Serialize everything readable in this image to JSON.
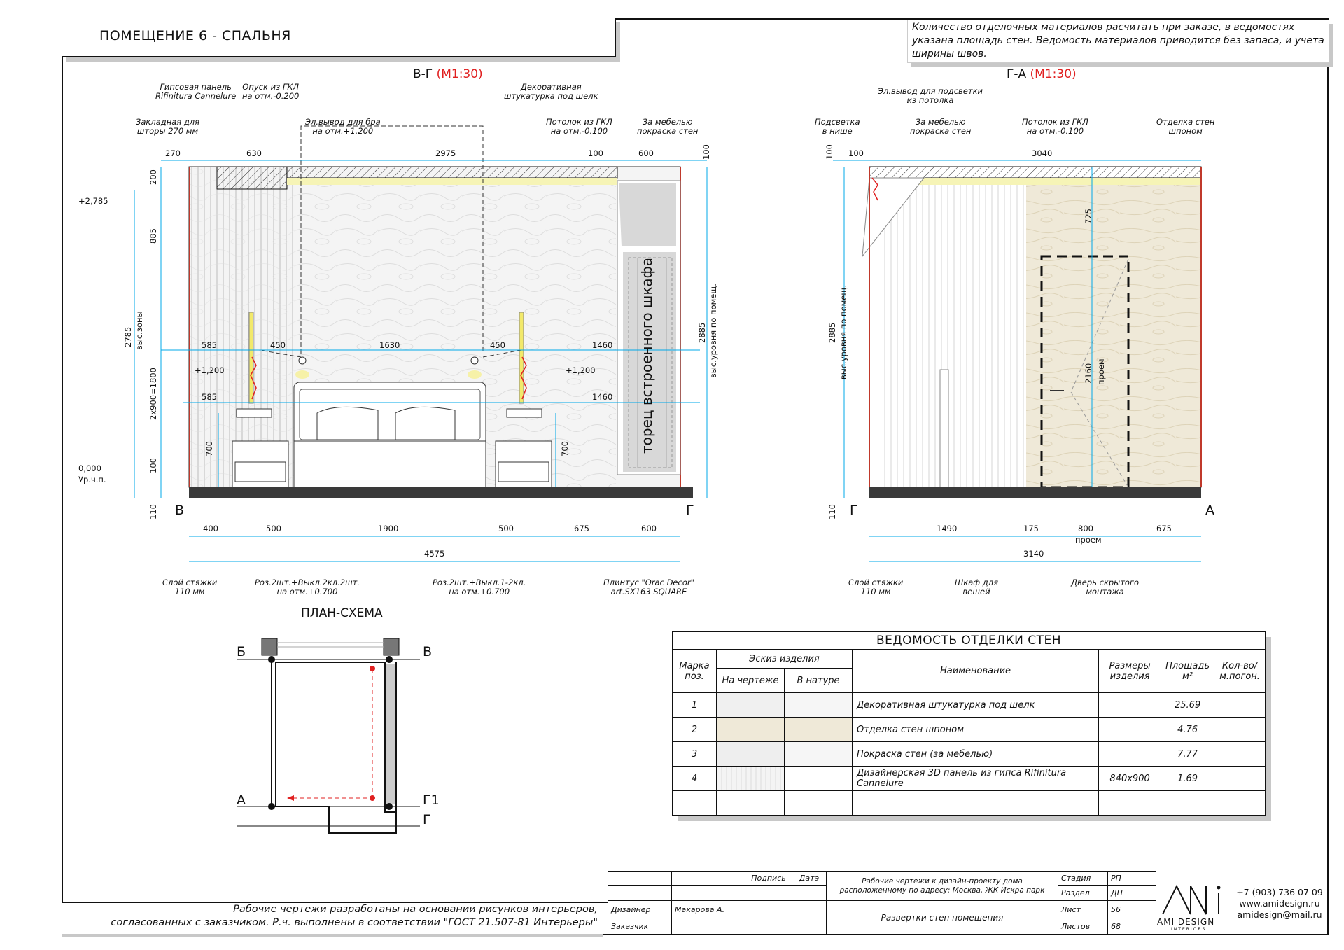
{
  "sheet_title": "ПОМЕЩЕНИЕ 6 - СПАЛЬНЯ",
  "note": "Количество отделочных материалов расчитать при заказе, в ведомостях указана площадь стен. Ведомость материалов приводится без запаса, и учета ширины швов.",
  "view1": {
    "title": "В-Г",
    "scale": "(М1:30)",
    "callouts_top": [
      "Гипсовая панель\nRifinitura Cannelure",
      "Опуск из ГКЛ\nна отм.-0.200",
      "Декоративная\nштукатурка под шелк",
      "Закладная для\nшторы 270 мм",
      "Эл.вывод для бра\nна отм.+1.200",
      "Потолок из ГКЛ\nна отм.-0.100",
      "За мебелью\nпокраска стен"
    ],
    "top_dims": [
      "270",
      "630",
      "2975",
      "100",
      "600"
    ],
    "top_right_dim": "100",
    "left_dims": [
      "200",
      "885",
      "2x900=1800",
      "100",
      "110"
    ],
    "left_total": "2785",
    "left_total_label": "выс.зоны",
    "right_total": "2885",
    "right_total_label": "выс.уровня по помещ.",
    "level_top": "+2,785",
    "level_1200_left": "+1,200",
    "level_1200_right": "+1,200",
    "level_zero": "0,000",
    "level_zero_label": "Ур.ч.п.",
    "row_dims_1200": [
      "585",
      "450",
      "1630",
      "450",
      "1460"
    ],
    "row_dims_700": [
      "585",
      "1460"
    ],
    "side_700_left": "700",
    "side_700_right": "700",
    "wardrobe_text": "торец встроенного шкафа",
    "bottom_dims": [
      "400",
      "500",
      "1900",
      "500",
      "675",
      "600"
    ],
    "bottom_total": "4575",
    "letter_left": "В",
    "letter_right": "Г",
    "callouts_bottom": [
      "Слой стяжки\n110 мм",
      "Роз.2шт.+Выкл.2кл.2шт.\nна отм.+0.700",
      "Роз.2шт.+Выкл.1-2кл.\nна отм.+0.700",
      "Плинтус \"Orac Decor\"\nart.SX163 SQUARE"
    ]
  },
  "view2": {
    "title": "Г-А",
    "scale": "(М1:30)",
    "callouts_top": [
      "Эл.вывод для подсветки\nиз потолка",
      "Подсветка\nв нише",
      "За мебелью\nпокраска стен",
      "Потолок из ГКЛ\nна отм.-0.100",
      "Отделка стен\nшпоном"
    ],
    "top_dims": [
      "100",
      "3040"
    ],
    "top_left_dim": "100",
    "left_total": "2885",
    "left_total_label": "выс.уровня по помещ.",
    "dim_725": "725",
    "dim_2160": "2160",
    "dim_2160_label": "проем",
    "bottom_dims": [
      "1490",
      "175",
      "800",
      "675"
    ],
    "bottom_800_label": "проем",
    "bottom_total": "3140",
    "dim_110": "110",
    "letter_left": "Г",
    "letter_right": "А",
    "callouts_bottom": [
      "Слой стяжки\n110 мм",
      "Шкаф для\nвещей",
      "Дверь скрытого\nмонтажа"
    ]
  },
  "plan": {
    "title": "ПЛАН-СХЕМА",
    "letters": [
      "Б",
      "В",
      "А",
      "Г1",
      "Г"
    ]
  },
  "finish_table": {
    "caption": "ВЕДОМОСТЬ ОТДЕЛКИ СТЕН",
    "headers": {
      "mark": "Марка\nпоз.",
      "sketch": "Эскиз изделия",
      "on_drawing": "На чертеже",
      "in_nature": "В натуре",
      "name": "Наименование",
      "size": "Размеры\nизделия",
      "area": "Площадь\nм²",
      "qty": "Кол-во/\nм.погон."
    },
    "rows": [
      {
        "mark": "1",
        "name": "Декоративная штукатурка под шелк",
        "size": "",
        "area": "25.69",
        "qty": "",
        "swatch": "#f0f0f0"
      },
      {
        "mark": "2",
        "name": "Отделка стен шпоном",
        "size": "",
        "area": "4.76",
        "qty": "",
        "swatch": "#efe9d8"
      },
      {
        "mark": "3",
        "name": "Покраска стен (за мебелью)",
        "size": "",
        "area": "7.77",
        "qty": "",
        "swatch": "#eeeeee"
      },
      {
        "mark": "4",
        "name": "Дизайнерская 3D панель из гипса Rifinitura Cannelure",
        "size": "840х900",
        "area": "1.69",
        "qty": "",
        "swatch": "#f4f4f4"
      },
      {
        "mark": "",
        "name": "",
        "size": "",
        "area": "",
        "qty": "",
        "swatch": "#ffffff"
      }
    ]
  },
  "footer": {
    "line1": "Рабочие чертежи разработаны на основании рисунков интерьеров,",
    "line2": "согласованных с заказчиком. Р.ч. выполнены в соответствии \"ГОСТ 21.507-81 Интерьеры\""
  },
  "stamp": {
    "sign": "Подпись",
    "date": "Дата",
    "project": "Рабочие чертежи к дизайн-проекту дома расположенному по адресу: Москва, ЖК Искра парк",
    "sheet_name": "Развертки стен помещения",
    "designer_label": "Дизайнер",
    "designer_name": "Макарова А.",
    "client_label": "Заказчик",
    "stage_label": "Стадия",
    "stage": "РП",
    "section_label": "Раздел",
    "section": "ДП",
    "sheet_label": "Лист",
    "sheet": "56",
    "sheets_label": "Листов",
    "sheets": "68"
  },
  "logo": {
    "mark": "AMi",
    "name": "AMI DESIGN",
    "sub": "INTERIORS"
  },
  "contact": {
    "phone": "+7 (903) 736 07 09",
    "site": "www.amidesign.ru",
    "email": "amidesign@mail.ru"
  },
  "colors": {
    "dim": "#00a8e8",
    "accent": "#e02020",
    "lamp": "#f2e96a",
    "veneer": "#efe9d8"
  }
}
